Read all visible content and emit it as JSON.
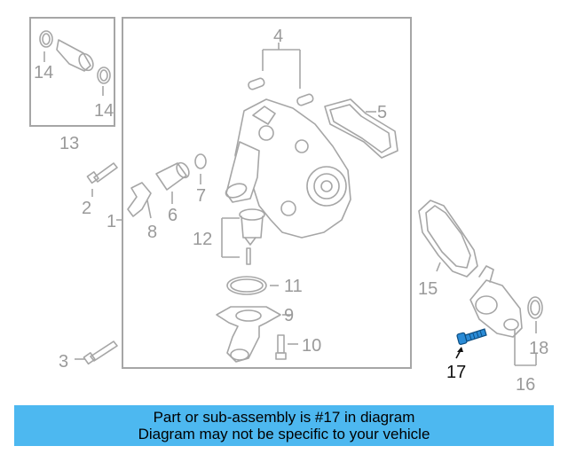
{
  "diagram": {
    "labels": {
      "l1": "1",
      "l2": "2",
      "l3": "3",
      "l4": "4",
      "l5": "5",
      "l6": "6",
      "l7": "7",
      "l8": "8",
      "l9": "9",
      "l10": "10",
      "l11": "11",
      "l12": "12",
      "l13": "13",
      "l14a": "14",
      "l14b": "14",
      "l15": "15",
      "l16": "16",
      "l17": "17",
      "l18": "18"
    },
    "highlighted_part": "17",
    "highlight_color": "#2a8bd6",
    "line_color": "#a6a6a6"
  },
  "caption": {
    "line1": "Part or sub-assembly is #17 in diagram",
    "line2": "Diagram may not be specific to your vehicle",
    "background": "#4db8f0"
  }
}
